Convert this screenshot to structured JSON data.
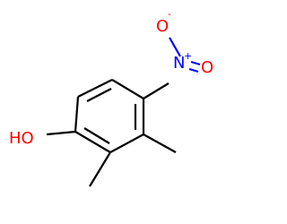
{
  "molecule": {
    "atoms": {
      "hydroxyl": "HO",
      "nitro_n": "N",
      "nitro_n_charge": "+",
      "nitro_o_top": "O",
      "nitro_o_top_charge": "-",
      "nitro_o_right": "O"
    },
    "colors": {
      "carbon_bonds": "#000000",
      "nitrogen": "#0000ff",
      "oxygen": "#ff0000",
      "background": "#ffffff"
    }
  }
}
